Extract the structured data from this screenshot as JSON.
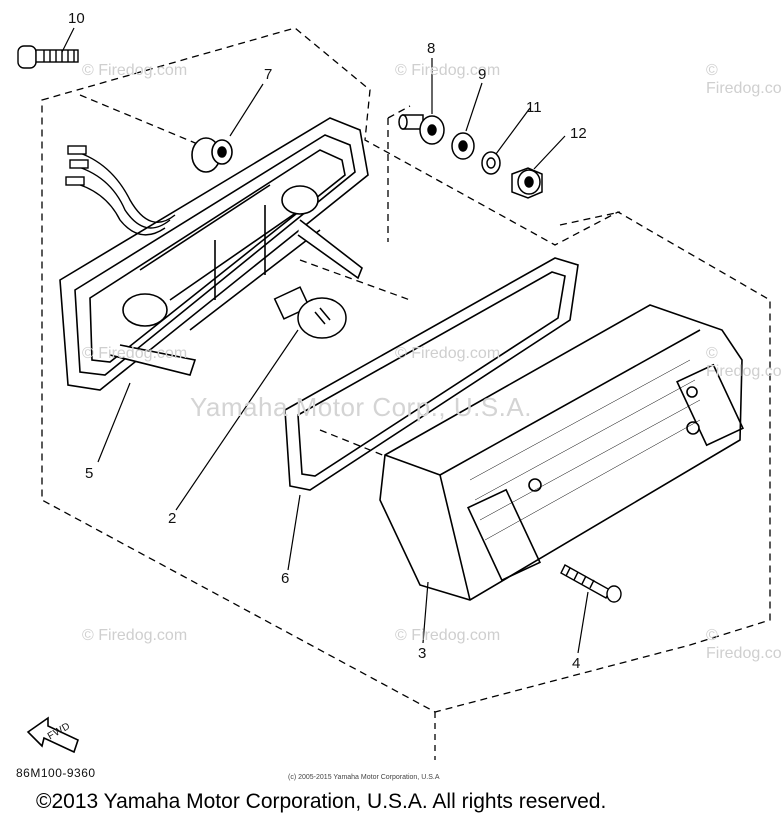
{
  "callouts": {
    "c10": "10",
    "c7": "7",
    "c8": "8",
    "c9": "9",
    "c11": "11",
    "c12": "12",
    "c5": "5",
    "c2": "2",
    "c6": "6",
    "c3": "3",
    "c4": "4"
  },
  "fwd_arrow_label": "FWD",
  "diagram_code": "86M100-9360",
  "watermark_text": "© Firedog.com",
  "center_watermark": "Yamaha Motor Corp., U.S.A.",
  "small_copyright": "(c) 2005-2015 Yamaha Motor Corporation, U.S.A",
  "footer_copyright": "©2013 Yamaha Motor Corporation, U.S.A. All rights reserved."
}
